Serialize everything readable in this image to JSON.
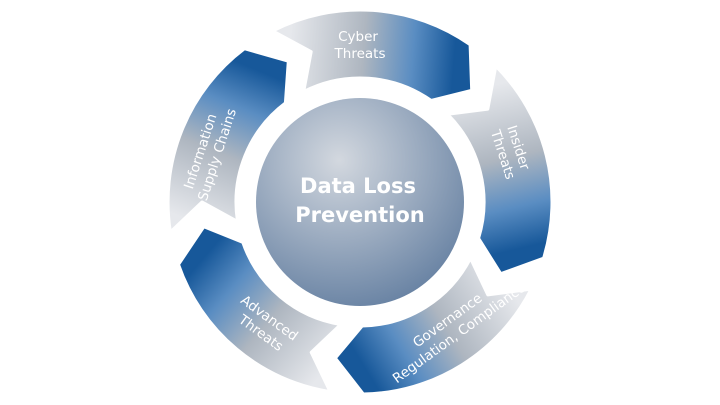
{
  "diagram": {
    "center": {
      "line1": "Data Loss",
      "line2": "Prevention"
    },
    "segments": [
      {
        "line1": "Cyber",
        "line2": "Threats"
      },
      {
        "line1": "Insider",
        "line2": "Threats"
      },
      {
        "line1": "Governance",
        "line2": "Regulation, Compliance"
      },
      {
        "line1": "Advanced",
        "line2": "Threats"
      },
      {
        "line1": "Information",
        "line2": "Supply Chains"
      }
    ],
    "colors": {
      "blue_dark": "#17589a",
      "blue_mid": "#5a8dc2",
      "gray_light": "#e6e8ec",
      "gray_mid": "#aeb6c0",
      "center_light": "#d3d8df",
      "center_dark": "#5f7b9e"
    }
  }
}
